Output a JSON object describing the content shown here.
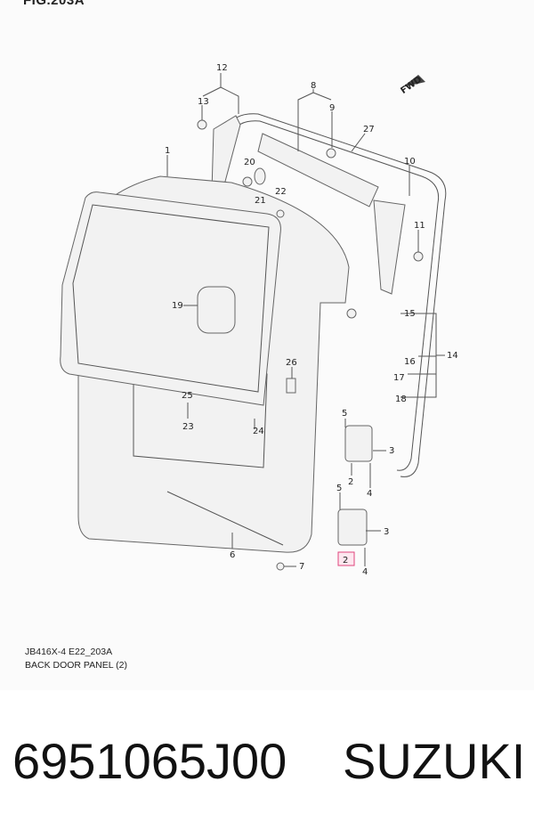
{
  "figure_title": "FIG.203A",
  "caption": {
    "code": "JB416X-4 E22_203A",
    "title": "BACK DOOR PANEL (2)"
  },
  "part_number": "6951065J00",
  "brand": "SUZUKI",
  "direction_marker": "FWD",
  "callouts": [
    "1",
    "2",
    "2",
    "3",
    "3",
    "4",
    "4",
    "5",
    "5",
    "6",
    "7",
    "8",
    "9",
    "10",
    "11",
    "12",
    "13",
    "14",
    "15",
    "16",
    "17",
    "18",
    "19",
    "20",
    "21",
    "22",
    "23",
    "24",
    "25",
    "26",
    "27"
  ],
  "highlight_color": "#e0457c"
}
